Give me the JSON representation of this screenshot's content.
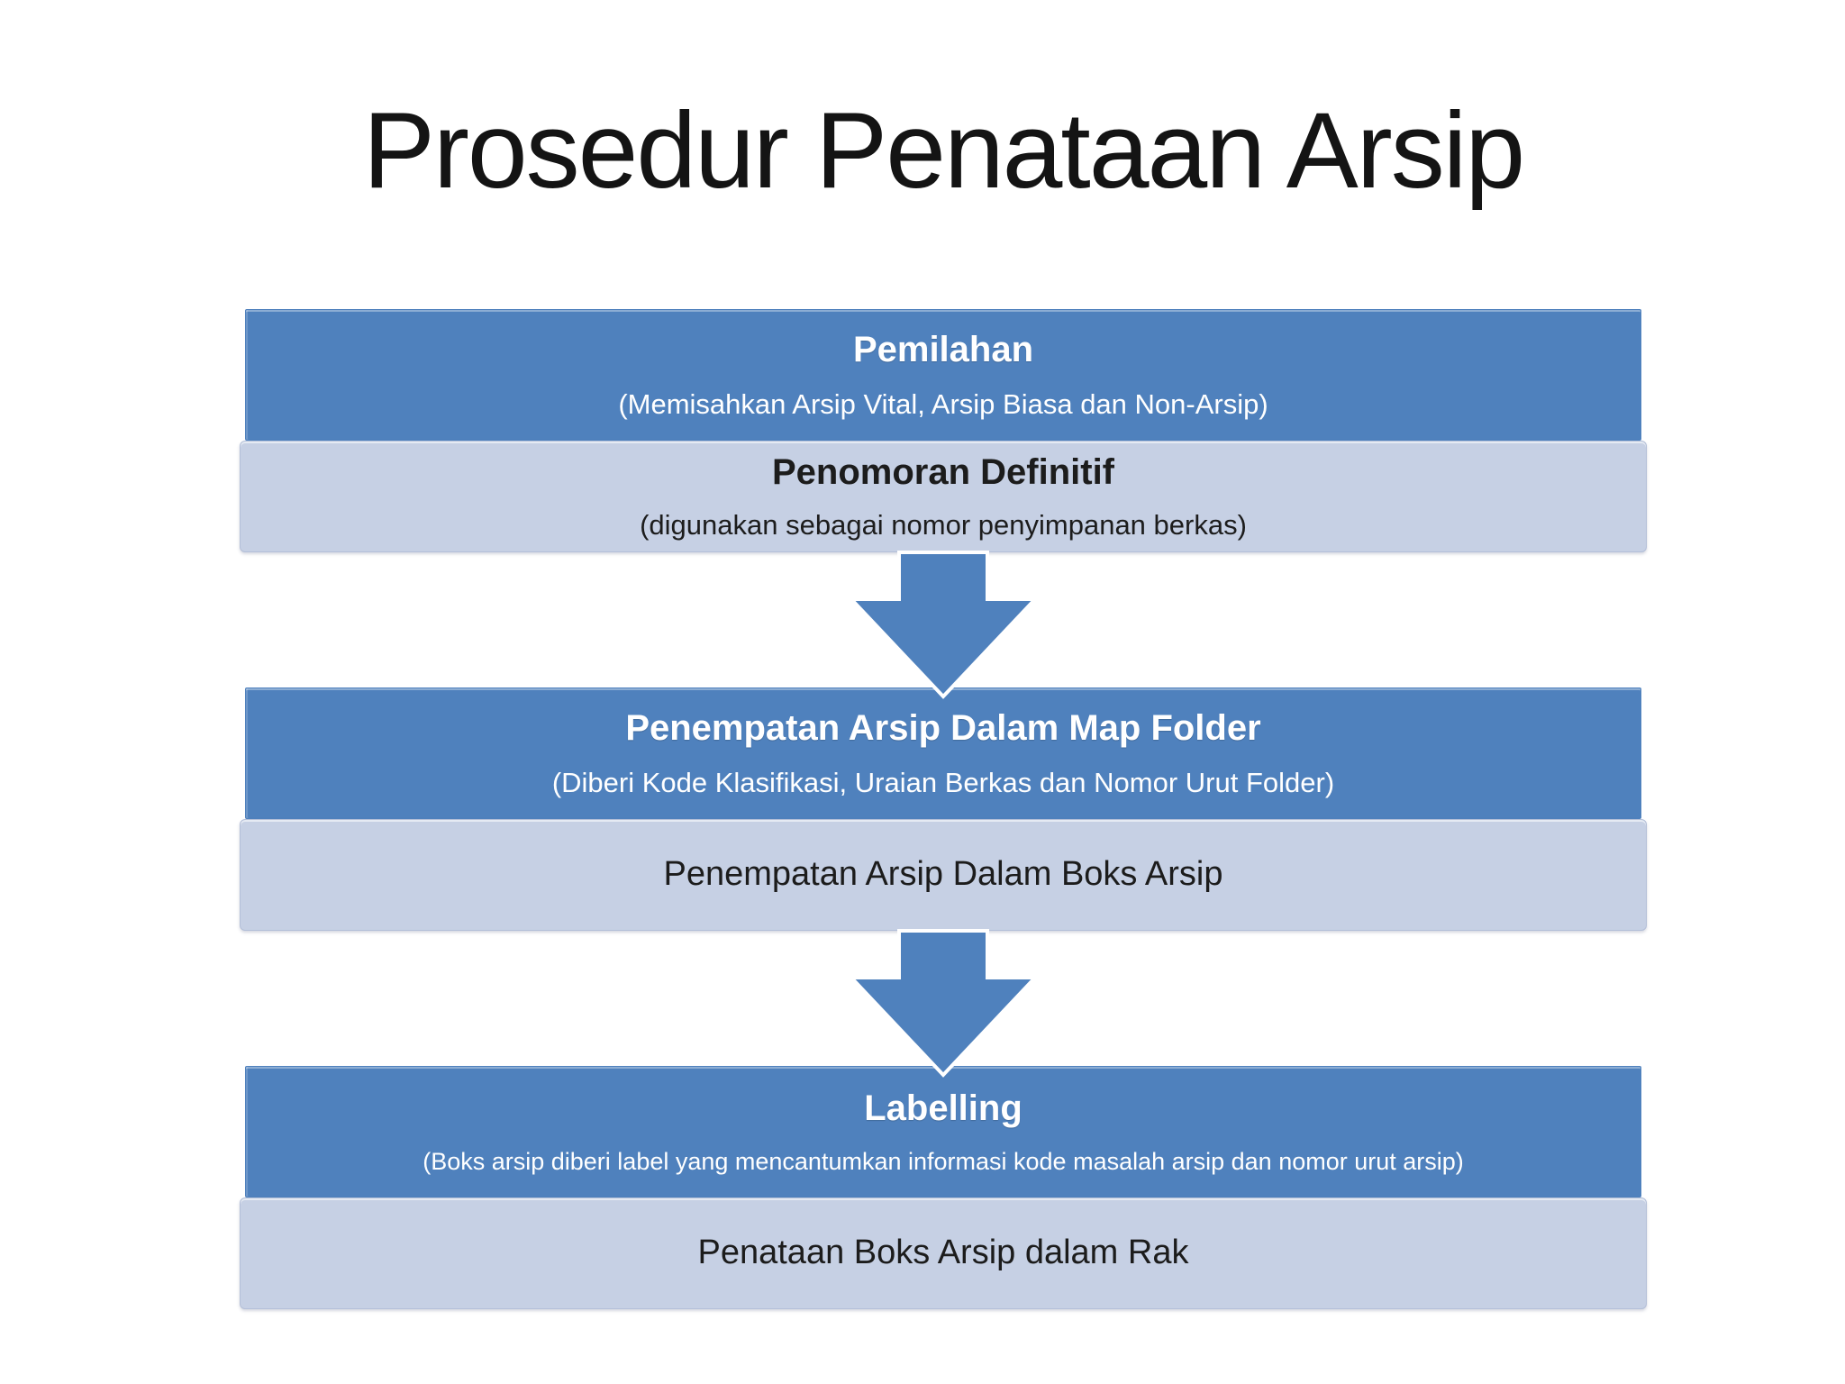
{
  "title": "Prosedur Penataan Arsip",
  "colors": {
    "primary_blue": "#4f81bd",
    "light_blue": "#c6d0e4",
    "text_dark": "#1c1c1c",
    "text_light": "#ffffff",
    "page_bg": "#ffffff"
  },
  "icons": {
    "flow_connector": "down-arrow"
  },
  "groups": [
    {
      "main": {
        "heading": "Pemilahan",
        "subtitle": "(Memisahkan Arsip Vital, Arsip Biasa dan Non-Arsip)"
      },
      "sub": {
        "heading": "Penomoran Definitif",
        "subtitle": "(digunakan sebagai nomor penyimpanan berkas)"
      }
    },
    {
      "main": {
        "heading": "Penempatan Arsip Dalam Map Folder",
        "subtitle": "(Diberi Kode Klasifikasi, Uraian Berkas dan Nomor Urut Folder)"
      },
      "sub": {
        "text": "Penempatan Arsip Dalam Boks Arsip"
      }
    },
    {
      "main": {
        "heading": "Labelling",
        "subtitle": "(Boks arsip diberi label yang mencantumkan informasi kode masalah arsip dan nomor urut arsip)"
      },
      "sub": {
        "text": "Penataan Boks Arsip dalam Rak"
      }
    }
  ]
}
